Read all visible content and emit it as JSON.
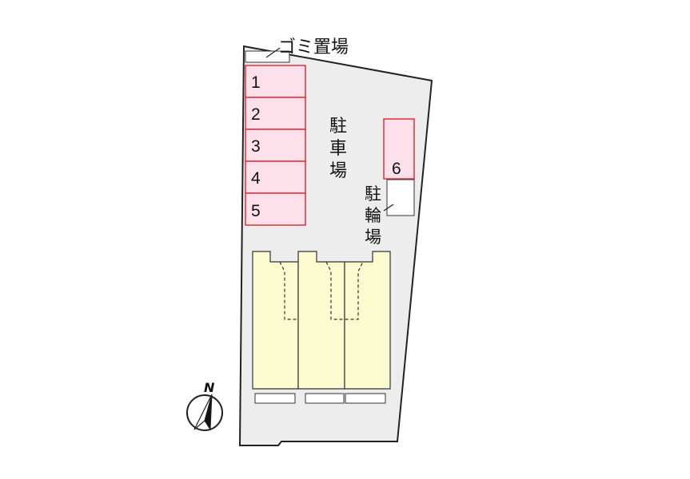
{
  "labels": {
    "garbage": "ゴミ置場",
    "parking": [
      "駐",
      "車",
      "場"
    ],
    "bicycle": [
      "駐",
      "輪",
      "場"
    ],
    "north": "N"
  },
  "parking_spaces": [
    "1",
    "2",
    "3",
    "4",
    "5",
    "6"
  ],
  "colors": {
    "site_fill": "#ededed",
    "site_stroke": "#222222",
    "space_fill": "#fde0ea",
    "space_stroke": "#e0303c",
    "building_fill": "#fdfbd0",
    "building_stroke": "#333333"
  }
}
